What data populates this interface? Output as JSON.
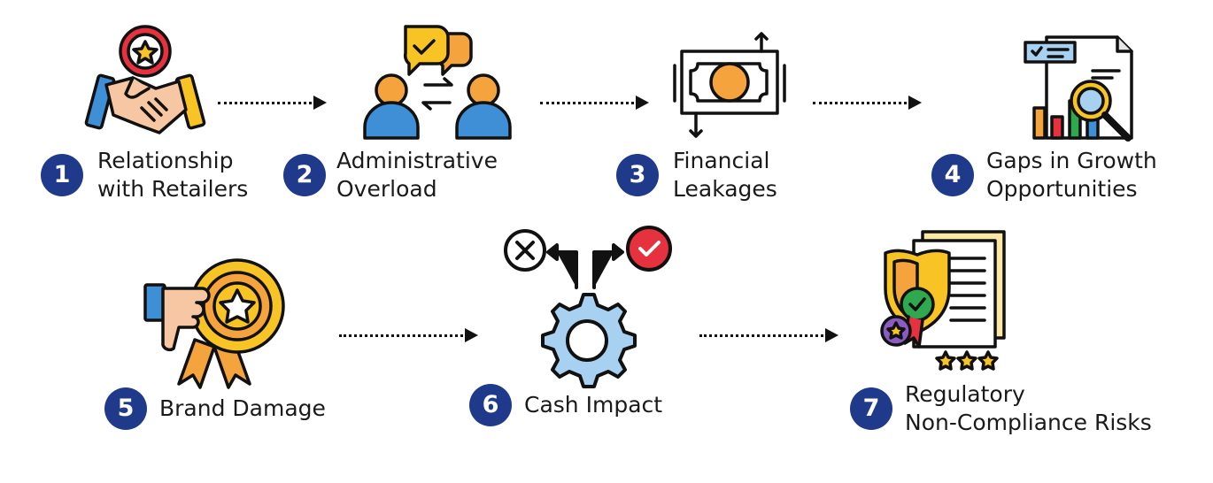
{
  "steps": [
    {
      "number": "1",
      "line1": "Relationship",
      "line2": "with Retailers",
      "icon": "handshake-award-icon"
    },
    {
      "number": "2",
      "line1": "Administrative",
      "line2": "Overload",
      "icon": "people-exchange-icon"
    },
    {
      "number": "3",
      "line1": "Financial",
      "line2": "Leakages",
      "icon": "money-flow-icon"
    },
    {
      "number": "4",
      "line1": "Gaps in Growth",
      "line2": "Opportunities",
      "icon": "report-search-icon"
    },
    {
      "number": "5",
      "line1": "Brand Damage",
      "line2": "",
      "icon": "thumbs-down-badge-icon"
    },
    {
      "number": "6",
      "line1": "Cash Impact",
      "line2": "",
      "icon": "gear-decision-icon"
    },
    {
      "number": "7",
      "line1": "Regulatory",
      "line2": "Non-Compliance Risks",
      "icon": "compliance-document-icon"
    }
  ],
  "colors": {
    "badge": "#1f3a8a",
    "orange": "#f5a33c",
    "yellow": "#f7c325",
    "blue": "#3f8fd6",
    "light_blue": "#a8d0f0",
    "red": "#e6323e",
    "green": "#2fa84f",
    "skin": "#f7c7a3",
    "outline": "#111111"
  }
}
